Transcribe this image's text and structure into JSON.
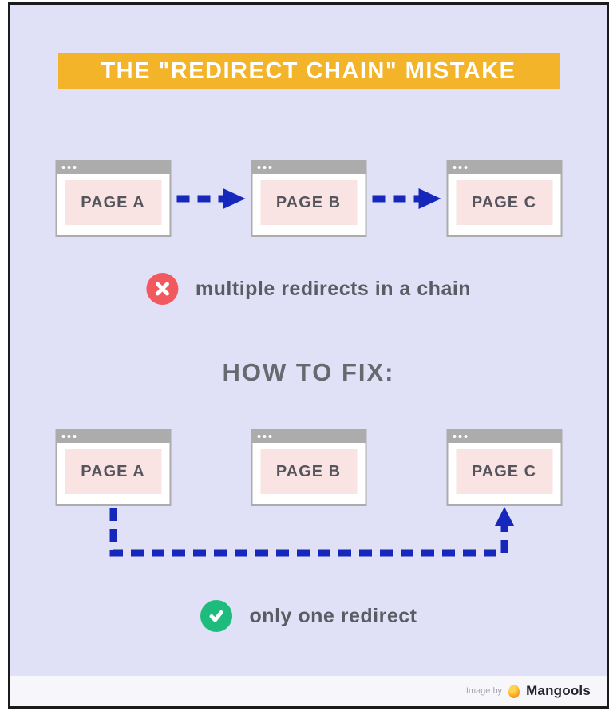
{
  "title": "THE \"REDIRECT CHAIN\" MISTAKE",
  "mistake_section": {
    "pages": {
      "a": "PAGE A",
      "b": "PAGE B",
      "c": "PAGE C"
    },
    "caption": "multiple redirects in a chain"
  },
  "fix_section": {
    "heading": "HOW TO FIX:",
    "pages": {
      "a": "PAGE A",
      "b": "PAGE B",
      "c": "PAGE C"
    },
    "caption": "only one redirect"
  },
  "footer": {
    "credit": "Image by",
    "brand": "Mangools"
  },
  "colors": {
    "background": "#E0E0F6",
    "banner": "#F3B429",
    "arrow_blue": "#1628BC",
    "error_red": "#F2595F",
    "success_green": "#1EBC7C",
    "window_chrome": "#ACACAC",
    "window_content": "#FAE3E3",
    "text_gray": "#5B5B63"
  }
}
